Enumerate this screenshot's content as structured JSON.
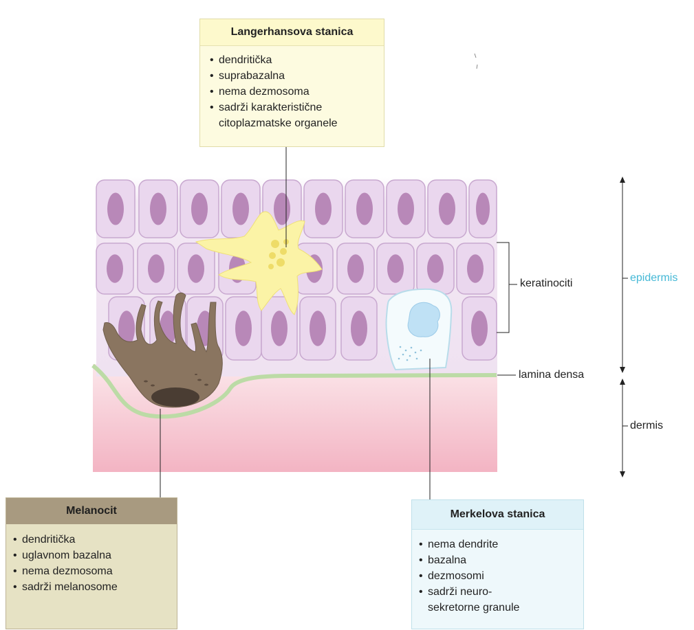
{
  "colors": {
    "epidermis_label": "#44b8d6",
    "keratinocyte_fill": "#ead7ee",
    "keratinocyte_nucleus": "#b888b8",
    "langerhans_cell": "#fbf3a6",
    "melanocyte": "#8a7560",
    "merkel_cell": "#cfe9f6",
    "lamina_densa": "#b8d9a0",
    "dermis": "#f6bfcc"
  },
  "langerhans": {
    "title": "Langerhansova stanica",
    "items": [
      "dendritička",
      "suprabazalna",
      "nema dezmosoma",
      "sadrži karakteristične citoplazmatske organele"
    ]
  },
  "melanocit": {
    "title": "Melanocit",
    "items": [
      "dendritička",
      "uglavnom bazalna",
      "nema dezmosoma",
      "sadrži melanosome"
    ]
  },
  "merkel": {
    "title": "Merkelova stanica",
    "items": [
      "nema dendrite",
      "bazalna",
      "dezmosomi",
      "sadrži neuro-sekretorne granule"
    ]
  },
  "labels": {
    "keratinociti": "keratinociti",
    "lamina_densa": "lamina densa",
    "epidermis": "epidermis",
    "dermis": "dermis"
  }
}
